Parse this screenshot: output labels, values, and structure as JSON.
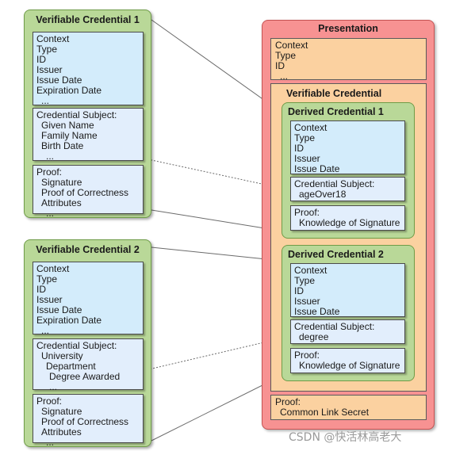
{
  "vc1": {
    "title": "Verifiable Credential 1",
    "metadata": [
      "Context",
      "Type",
      "ID",
      "Issuer",
      "Issue Date",
      "Expiration Date",
      "..."
    ],
    "subject": [
      "Credential Subject:",
      "Given Name",
      "Family Name",
      "Birth Date",
      "..."
    ],
    "proof": [
      "Proof:",
      "Signature",
      "Proof of Correctness",
      "Attributes",
      "..."
    ]
  },
  "vc2": {
    "title": "Verifiable Credential 2",
    "metadata": [
      "Context",
      "Type",
      "ID",
      "Issuer",
      "Issue Date",
      "Expiration Date",
      "..."
    ],
    "subject": [
      "Credential Subject:",
      "University",
      "Department",
      "Degree Awarded",
      "..."
    ],
    "proof": [
      "Proof:",
      "Signature",
      "Proof of Correctness",
      "Attributes",
      "..."
    ]
  },
  "presentation": {
    "title": "Presentation",
    "metadata": [
      "Context",
      "Type",
      "ID",
      "..."
    ],
    "vc_title": "Verifiable Credential",
    "dc1": {
      "title": "Derived Credential 1",
      "metadata": [
        "Context",
        "Type",
        "ID",
        "Issuer",
        "Issue Date"
      ],
      "subject": [
        "Credential Subject:",
        "ageOver18"
      ],
      "proof": [
        "Proof:",
        "Knowledge of Signature"
      ]
    },
    "dc2": {
      "title": "Derived Credential 2",
      "metadata": [
        "Context",
        "Type",
        "ID",
        "Issuer",
        "Issue Date"
      ],
      "subject": [
        "Credential Subject:",
        "degree"
      ],
      "proof": [
        "Proof:",
        "Knowledge of Signature"
      ]
    },
    "proof": [
      "Proof:",
      "Common Link Secret"
    ]
  },
  "watermark": "CSDN @快活林高老大",
  "colors": {
    "credential_green": "#b9d898",
    "metadata_blue": "#d3ecfb",
    "presentation_red": "#f79292",
    "presentation_orange": "#fbd1a0"
  }
}
